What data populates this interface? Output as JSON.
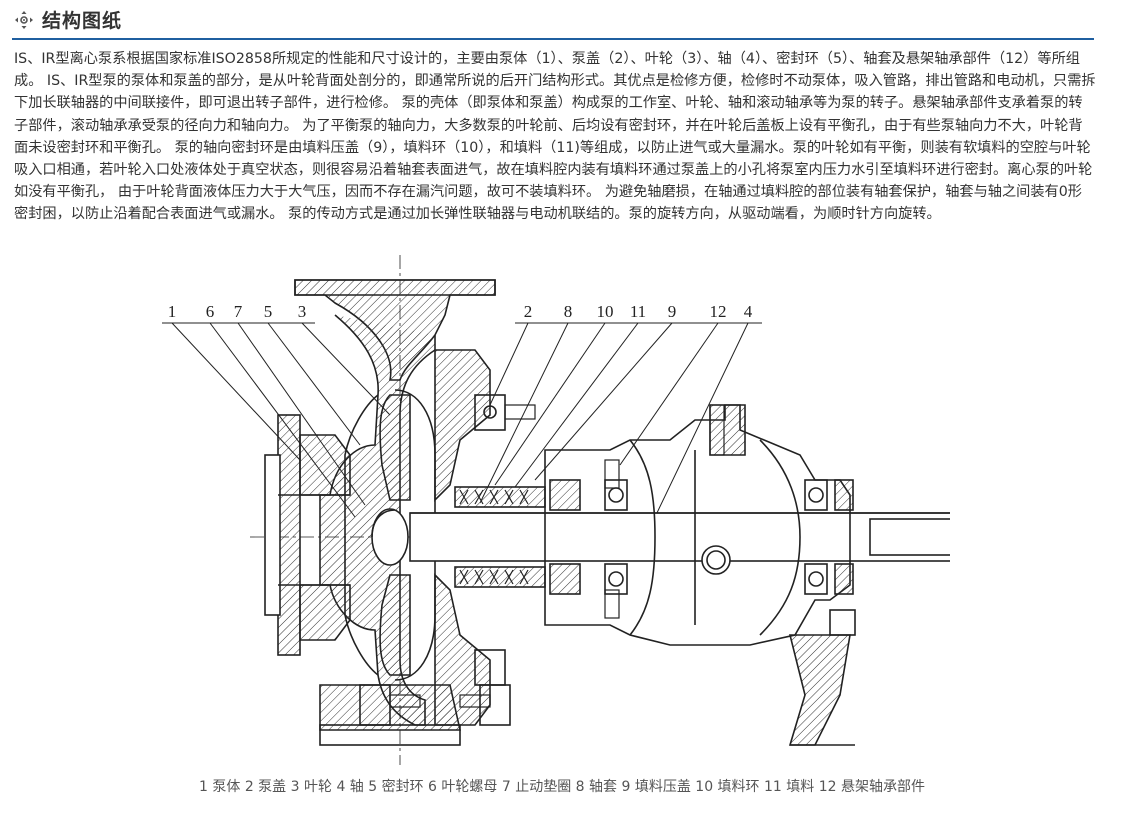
{
  "section": {
    "title": "结构图纸",
    "icon": "crosshair-arrows-icon",
    "accent_color": "#1f5fa0"
  },
  "intro_text": "IS、IR型离心泵系根据国家标准ISO2858所规定的性能和尺寸设计的，主要由泵体（1）、泵盖（2）、叶轮（3）、轴（4）、密封环（5）、轴套及悬架轴承部件（12）等所组成。 IS、IR型泵的泵体和泵盖的部分，是从叶轮背面处剖分的，即通常所说的后开门结构形式。其优点是检修方便，检修时不动泵体，吸入管路，排出管路和电动机，只需拆下加长联轴器的中间联接件，即可退出转子部件，进行检修。 泵的壳体（即泵体和泵盖）构成泵的工作室、叶轮、轴和滚动轴承等为泵的转子。悬架轴承部件支承着泵的转子部件，滚动轴承承受泵的径向力和轴向力。 为了平衡泵的轴向力，大多数泵的叶轮前、后均设有密封环，并在叶轮后盖板上设有平衡孔，由于有些泵轴向力不大，叶轮背面未设密封环和平衡孔。 泵的轴向密封环是由填料压盖（9），填料环（10），和填料（11)等组成，以防止进气或大量漏水。泵的叶轮如有平衡，则装有软填料的空腔与叶轮吸入口相通，若叶轮入口处液体处于真空状态，则很容易沿着轴套表面进气，故在填料腔内装有填料环通过泵盖上的小孔将泵室内压力水引至填料环进行密封。离心泵的叶轮如没有平衡孔， 由于叶轮背面液体压力大于大气压，因而不存在漏汽问题，故可不装填料环。 为避免轴磨损，在轴通过填料腔的部位装有轴套保护，轴套与轴之间装有0形密封困，以防止沿着配合表面进气或漏水。 泵的传动方式是通过加长弹性联轴器与电动机联结的。泵的旋转方向，从驱动端看，为顺时针方向旋转。",
  "diagram": {
    "callouts": [
      "1",
      "6",
      "7",
      "5",
      "3",
      "2",
      "8",
      "10",
      "11",
      "9",
      "12",
      "4"
    ]
  },
  "caption": "1 泵体 2 泵盖 3 叶轮 4 轴 5 密封环 6 叶轮螺母 7 止动垫圈 8 轴套 9 填料压盖 10 填料环 11 填料 12 悬架轴承部件"
}
